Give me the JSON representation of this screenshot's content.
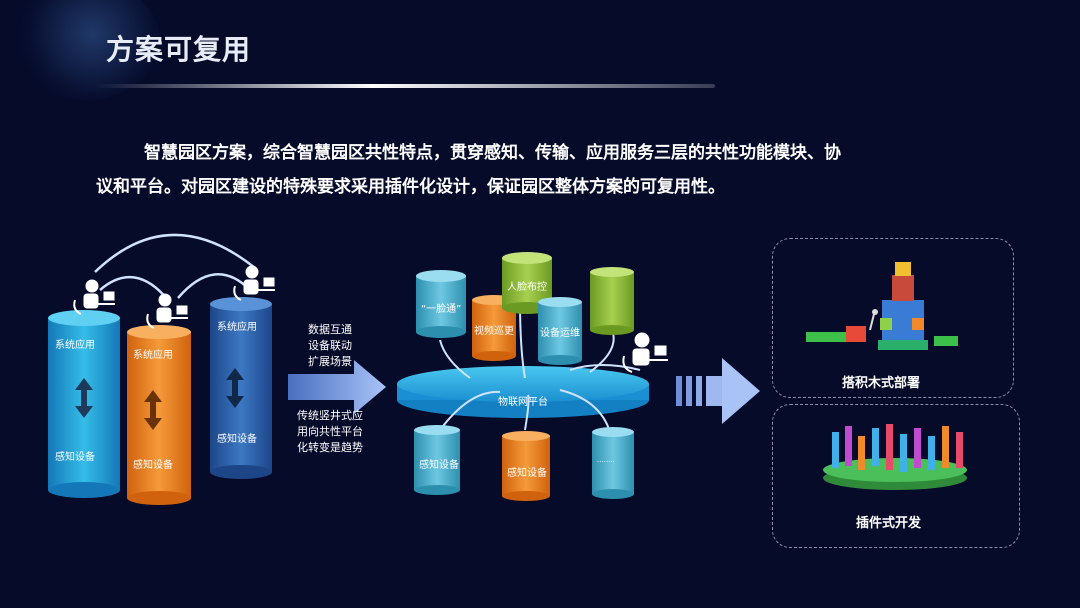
{
  "title": "方案可复用",
  "paragraph": {
    "line1": "智慧园区方案，综合智慧园区共性特点，贯穿感知、传输、应用服务三层的共性功能模块、协",
    "line2": "议和平台。对园区建设的特殊要求采用插件化设计，保证园区整体方案的可复用性。"
  },
  "left_cylinders": [
    {
      "top": "系统应用",
      "bottom": "感知设备"
    },
    {
      "top": "系统应用",
      "bottom": "感知设备"
    },
    {
      "top": "系统应用",
      "bottom": "感知设备"
    }
  ],
  "middle_text": {
    "top": [
      "数据互通",
      "设备联动",
      "扩展场景"
    ],
    "bottom": [
      "传统竖井式应",
      "用向共性平台",
      "化转变是趋势"
    ]
  },
  "platform": {
    "label": "物联网平台",
    "upper_cylinders": [
      "“一脸通”",
      "视频巡更",
      "人脸布控",
      "设备运维",
      ""
    ],
    "lower_cylinders": [
      "感知设备",
      "感知设备",
      "........"
    ]
  },
  "right_boxes": {
    "top_label": "搭积木式部署",
    "bottom_label": "插件式开发"
  },
  "colors": {
    "background": "#060b2a",
    "cyan": "#1ea9d9",
    "orange": "#f0801e",
    "blue": "#2a63b0",
    "green": "#8db83a",
    "arrow": "#9fb9f0"
  }
}
